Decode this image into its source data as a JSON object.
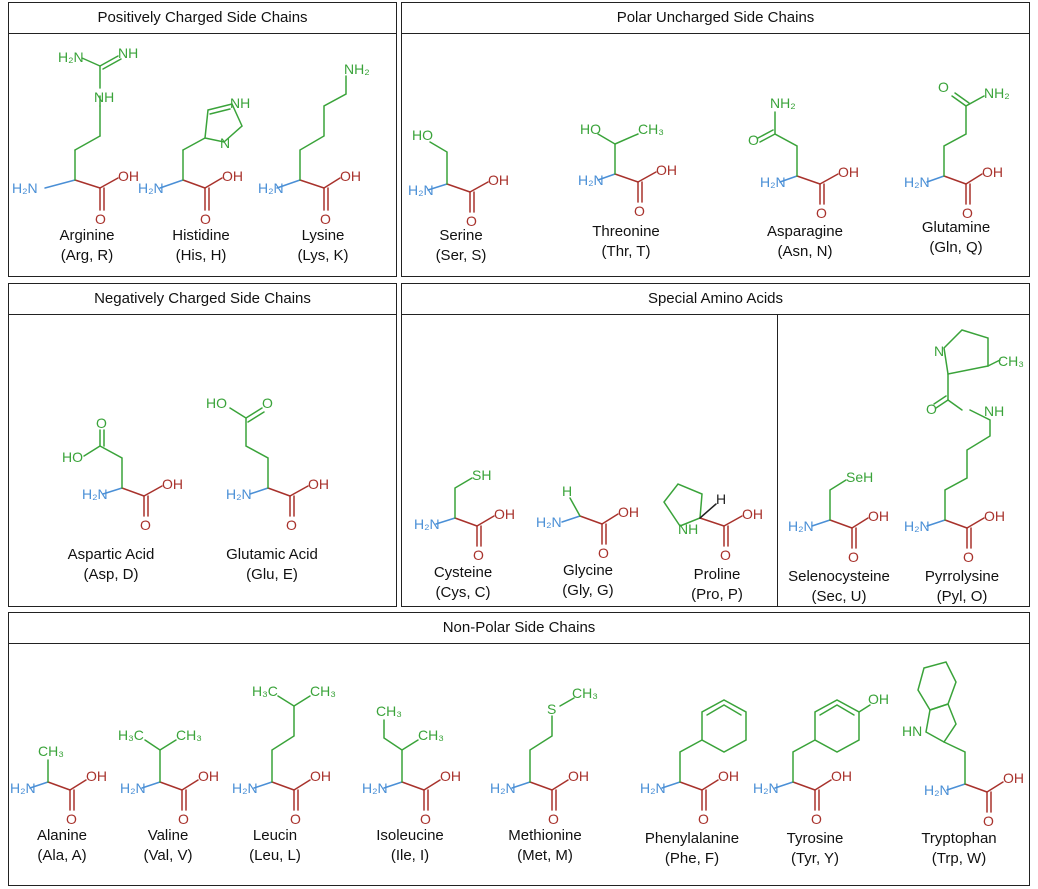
{
  "colors": {
    "side_chain": "#3aa33a",
    "amino": "#4a8fd6",
    "carboxyl": "#a8322c",
    "backbone": "#222222"
  },
  "panels": {
    "positive": {
      "title": "Positively Charged Side Chains",
      "acids": [
        {
          "name": "Arginine",
          "code": "(Arg, R)"
        },
        {
          "name": "Histidine",
          "code": "(His, H)"
        },
        {
          "name": "Lysine",
          "code": "(Lys, K)"
        }
      ]
    },
    "polar": {
      "title": "Polar Uncharged Side Chains",
      "acids": [
        {
          "name": "Serine",
          "code": "(Ser, S)"
        },
        {
          "name": "Threonine",
          "code": "(Thr, T)"
        },
        {
          "name": "Asparagine",
          "code": "(Asn, N)"
        },
        {
          "name": "Glutamine",
          "code": "(Gln, Q)"
        }
      ]
    },
    "negative": {
      "title": "Negatively Charged Side Chains",
      "acids": [
        {
          "name": "Aspartic Acid",
          "code": "(Asp, D)"
        },
        {
          "name": "Glutamic Acid",
          "code": "(Glu, E)"
        }
      ]
    },
    "special": {
      "title": "Special Amino Acids",
      "acids": [
        {
          "name": "Cysteine",
          "code": "(Cys, C)"
        },
        {
          "name": "Glycine",
          "code": "(Gly, G)"
        },
        {
          "name": "Proline",
          "code": "(Pro, P)"
        },
        {
          "name": "Selenocysteine",
          "code": "(Sec, U)"
        },
        {
          "name": "Pyrrolysine",
          "code": "(Pyl, O)"
        }
      ]
    },
    "nonpolar": {
      "title": "Non-Polar Side Chains",
      "acids": [
        {
          "name": "Alanine",
          "code": "(Ala, A)"
        },
        {
          "name": "Valine",
          "code": "(Val, V)"
        },
        {
          "name": "Leucin",
          "code": "(Leu, L)"
        },
        {
          "name": "Isoleucine",
          "code": "(Ile, I)"
        },
        {
          "name": "Methionine",
          "code": "(Met, M)"
        },
        {
          "name": "Phenylalanine",
          "code": "(Phe, F)"
        },
        {
          "name": "Tyrosine",
          "code": "(Tyr, Y)"
        },
        {
          "name": "Tryptophan",
          "code": "(Trp, W)"
        }
      ]
    }
  }
}
